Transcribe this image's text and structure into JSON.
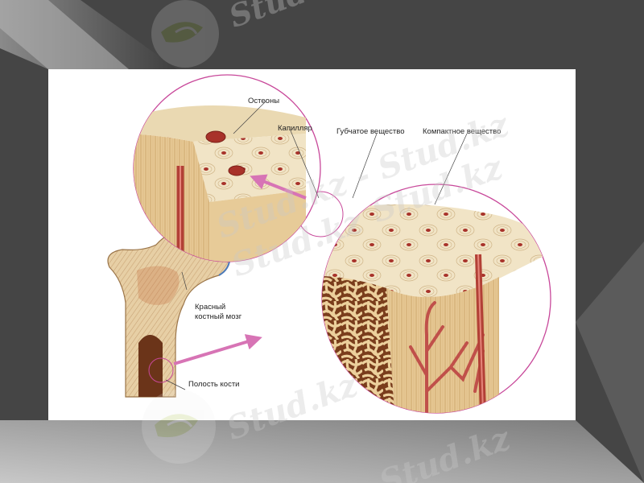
{
  "labels": {
    "osteons": "Остеоны",
    "capillary": "Капилляр",
    "spongy": "Губчатое вещество",
    "compact": "Компактное вещество",
    "red_marrow_1": "Красный",
    "red_marrow_2": "костный мозг",
    "bone_cavity": "Полость кости"
  },
  "watermark": {
    "text_1": "Stud.kz - Stud.kz",
    "text_2": "Stud.kz",
    "text_3": "Stud.kz",
    "text_4": "Stud.kz",
    "text_5": "Stud.kz",
    "text_6": "Stud.kz",
    "logo_icon": "hummingbird-logo-icon"
  },
  "colors": {
    "background": "#4a4a4a",
    "accent_magenta": "#c8489a",
    "bone_beige": "#ecdcb6",
    "vessel_red": "#c0504a"
  }
}
